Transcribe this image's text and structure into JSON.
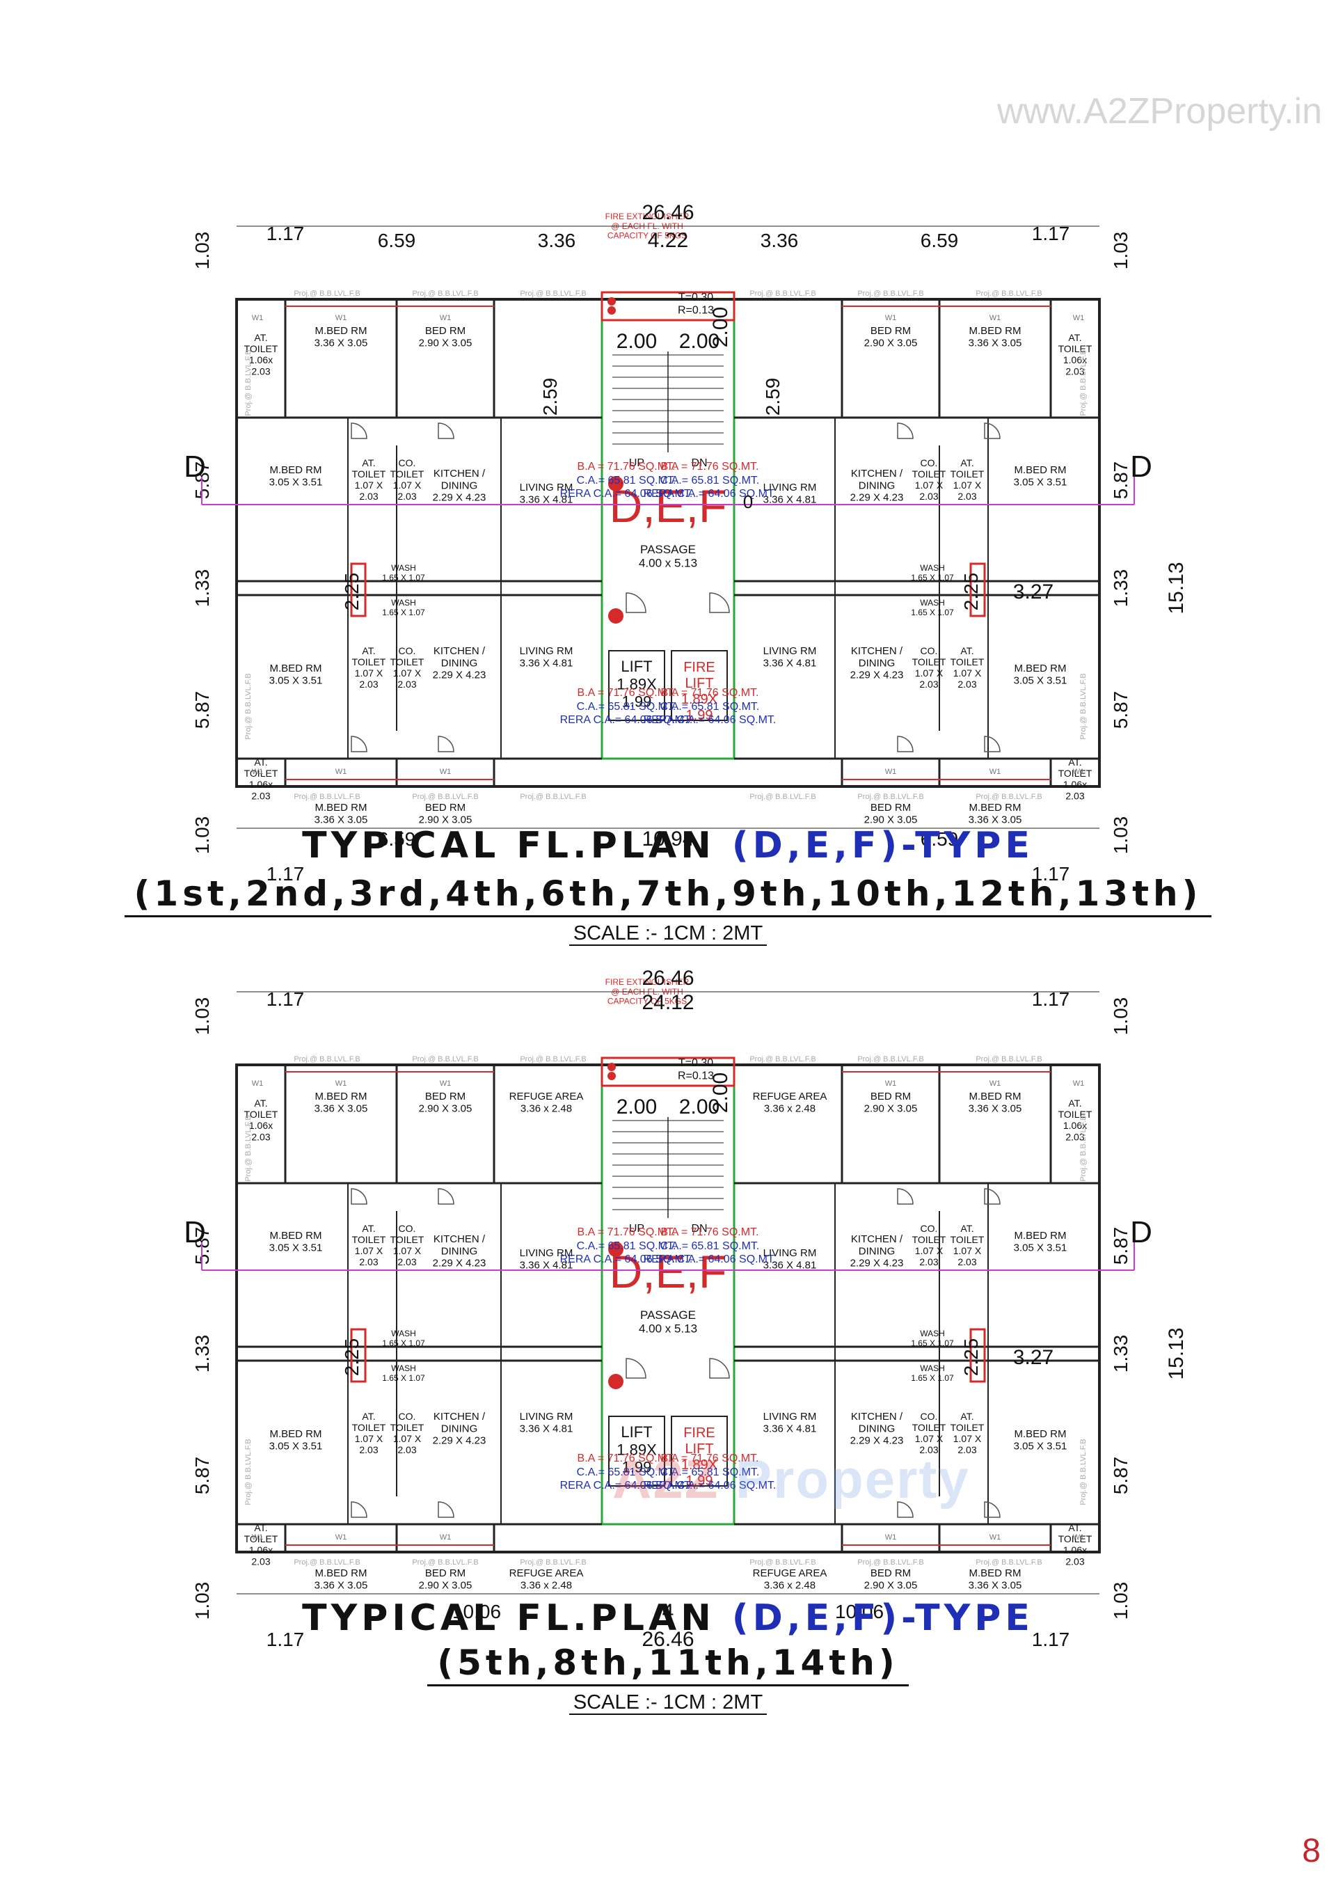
{
  "watermark": "www.A2ZProperty.in",
  "page_number": "8",
  "brand_watermark": {
    "a": "A2Z",
    "p": "Property"
  },
  "colors": {
    "wall": "#222222",
    "fire": "#d42a2a",
    "area_blue": "#1f2fb5",
    "stair": "#28a83a",
    "section": "#c83cc8"
  },
  "shared": {
    "fire_ext": [
      "FIRE EXTINGUISHER",
      "@ EACH FL. WITH",
      "CAPACITY OF 5KGS"
    ],
    "tr": [
      "T=0.30",
      "R=0.13"
    ],
    "flat_code": "D,E,F",
    "passage": [
      "PASSAGE",
      "4.00 x 5.13"
    ],
    "lift": [
      "LIFT",
      "1.89X",
      "1.99"
    ],
    "fire_lift": [
      "FIRE",
      "LIFT",
      "1.89X",
      "1.99"
    ],
    "up": "UP",
    "dn": "DN",
    "areas": {
      "ba": "B.A = 71.76 SQ.MT.",
      "ca": "C.A.= 65.81 SQ.MT.",
      "rera": "RERA C.A.= 64.06 SQ.MT."
    },
    "rooms": {
      "mbed": [
        "M.BED RM",
        "3.36 X 3.05"
      ],
      "bed": [
        "BED RM",
        "2.90 X 3.05"
      ],
      "mbed2": [
        "M.BED RM",
        "3.05 X 3.51"
      ],
      "kitchen": [
        "KITCHEN /",
        "DINING",
        "2.29 X 4.23"
      ],
      "living": [
        "LIVING RM",
        "3.36 X 4.81"
      ],
      "at_toilet": [
        "AT.",
        "TOILET",
        "1.07 X",
        "2.03"
      ],
      "co_toilet": [
        "CO.",
        "TOILET",
        "1.07 X",
        "2.03"
      ],
      "at_toilet_small": [
        "AT.",
        "TOILET",
        "1.06x",
        "2.03"
      ],
      "wash": [
        "WASH",
        "1.65 X 1.07"
      ],
      "refuge": [
        "REFUGE AREA",
        "3.36 x 2.48"
      ]
    },
    "window_tag": "W1",
    "proj_tag": "Proj.@ B.B.LVL.F.B",
    "section_mark": "D",
    "dims": {
      "overall": "26.46",
      "w117": "1.17",
      "w659": "6.59",
      "w336": "3.36",
      "w422": "4.22",
      "w200": "2.00",
      "w259": "2.59",
      "w103": "1.03",
      "w587": "5.87",
      "w133": "1.33",
      "w225": "2.25",
      "w327": "3.27",
      "w1513": "15.13",
      "w1094": "10.94",
      "w2412": "24.12",
      "w1006": "10.06",
      "w4": "4",
      "zero": "0"
    }
  },
  "plan1": {
    "title_main": "TYPICAL FL.PLAN ",
    "title_hl": "(D,E,F)-TYPE",
    "subtitle": "(1st,2nd,3rd,4th,6th,7th,9th,10th,12th,13th)",
    "scale": "SCALE :- 1CM : 2MT"
  },
  "plan2": {
    "title_main": "TYPICAL FL.PLAN ",
    "title_hl": "(D,E,F)-TYPE",
    "subtitle": "(5th,8th,11th,14th)",
    "scale": "SCALE :- 1CM : 2MT"
  }
}
